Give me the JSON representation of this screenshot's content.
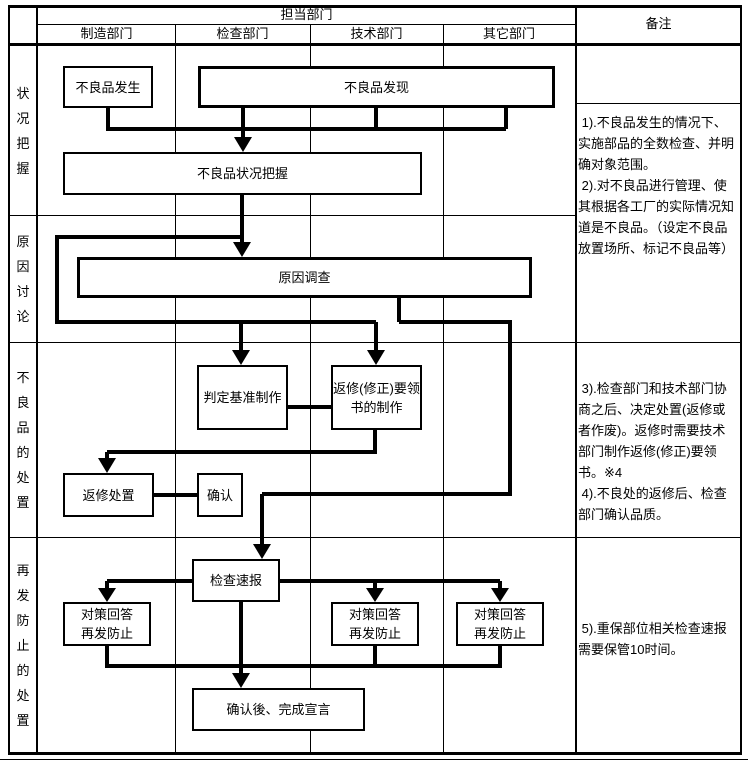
{
  "header": {
    "title": "担当部门",
    "remarks_label": "备注",
    "departments": [
      "制造部门",
      "检查部门",
      "技术部门",
      "其它部门"
    ]
  },
  "rows": [
    "状况把握",
    "原因讨论",
    "不良品的处置",
    "再发防止的处置"
  ],
  "nodes": {
    "defect_occurrence": "不良品发生",
    "defect_discovery": "不良品发现",
    "situation_grasp": "不良品状况把握",
    "cause_investigation": "原因调查",
    "criteria_creation": "判定基准制作",
    "rework_manual_l1": "返修(修正)要领",
    "rework_manual_l2": "书的制作",
    "rework_disposal": "返修处置",
    "confirm": "确认",
    "inspection_report": "检查速报",
    "countermeasure_l1": "对策回答",
    "countermeasure_l2": "再发防止",
    "completion": "确认後、完成宣言"
  },
  "remarks": {
    "note1": " 1).不良品发生的情况下、实施部品的全数检查、并明确对象范围。",
    "note2": " 2).对不良品进行管理、使其根据各工厂的实际情况知道是不良品。（设定不良品放置场所、标记不良品等）",
    "note3": " 3).检查部门和技术部门协商之后、决定处置(返修或者作废)。返修时需要技术部门制作返修(修正)要领书。※4",
    "note4": " 4).不良处的返修后、检查部门确认品质。",
    "note5": " 5).重保部位相关检查速报需要保管10时间。"
  },
  "colors": {
    "line": "#000000",
    "background": "#ffffff"
  }
}
